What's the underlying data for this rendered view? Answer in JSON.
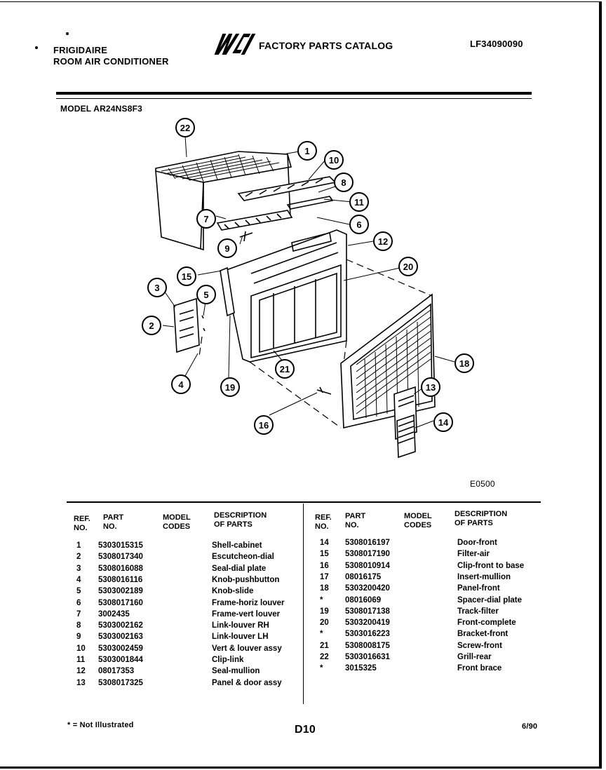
{
  "header": {
    "brand_line1": "FRIGIDAIRE",
    "brand_line2": "ROOM AIR CONDITIONER",
    "logo_text": "WCI",
    "catalog_title": "FACTORY PARTS CATALOG",
    "document_number": "LF34090090",
    "model_line": "MODEL AR24NS8F3"
  },
  "diagram": {
    "code": "E0500",
    "callouts": [
      "22",
      "1",
      "10",
      "8",
      "11",
      "7",
      "6",
      "9",
      "12",
      "15",
      "20",
      "3",
      "5",
      "2",
      "19",
      "21",
      "4",
      "18",
      "13",
      "16",
      "14"
    ]
  },
  "table": {
    "headers": {
      "ref": "REF.\nNO.",
      "part": "PART\nNO.",
      "model": "MODEL\nCODES",
      "desc": "DESCRIPTION\nOF PARTS"
    },
    "left_rows": [
      {
        "ref": "1",
        "part": "5303015315",
        "desc": "Shell-cabinet"
      },
      {
        "ref": "2",
        "part": "5308017340",
        "desc": "Escutcheon-dial"
      },
      {
        "ref": "3",
        "part": "5308016088",
        "desc": "Seal-dial plate"
      },
      {
        "ref": "4",
        "part": "5308016116",
        "desc": "Knob-pushbutton"
      },
      {
        "ref": "5",
        "part": "5303002189",
        "desc": "Knob-slide"
      },
      {
        "ref": "6",
        "part": "5308017160",
        "desc": "Frame-horiz louver"
      },
      {
        "ref": "7",
        "part": "3002435",
        "desc": "Frame-vert louver"
      },
      {
        "ref": "8",
        "part": "5303002162",
        "desc": "Link-louver RH"
      },
      {
        "ref": "9",
        "part": "5303002163",
        "desc": "Link-louver LH"
      },
      {
        "ref": "10",
        "part": "5303002459",
        "desc": "Vert & louver assy"
      },
      {
        "ref": "11",
        "part": "5303001844",
        "desc": "Clip-link"
      },
      {
        "ref": "12",
        "part": "08017353",
        "desc": "Seal-mullion"
      },
      {
        "ref": "13",
        "part": "5308017325",
        "desc": "Panel & door assy"
      }
    ],
    "right_rows": [
      {
        "ref": "14",
        "part": "5308016197",
        "desc": "Door-front"
      },
      {
        "ref": "15",
        "part": "5308017190",
        "desc": "Filter-air"
      },
      {
        "ref": "16",
        "part": "5308010914",
        "desc": "Clip-front to base"
      },
      {
        "ref": "17",
        "part": "08016175",
        "desc": "Insert-mullion"
      },
      {
        "ref": "18",
        "part": "5303200420",
        "desc": "Panel-front"
      },
      {
        "ref": "*",
        "part": "08016069",
        "desc": "Spacer-dial plate"
      },
      {
        "ref": "19",
        "part": "5308017138",
        "desc": "Track-filter"
      },
      {
        "ref": "20",
        "part": "5303200419",
        "desc": "Front-complete"
      },
      {
        "ref": "*",
        "part": "5303016223",
        "desc": "Bracket-front"
      },
      {
        "ref": "21",
        "part": "5308008175",
        "desc": "Screw-front"
      },
      {
        "ref": "22",
        "part": "5303016631",
        "desc": "Grill-rear"
      },
      {
        "ref": "*",
        "part": "3015325",
        "desc": "Front brace"
      }
    ]
  },
  "footer": {
    "note": "* = Not Illustrated",
    "page": "D10",
    "date": "6/90"
  }
}
